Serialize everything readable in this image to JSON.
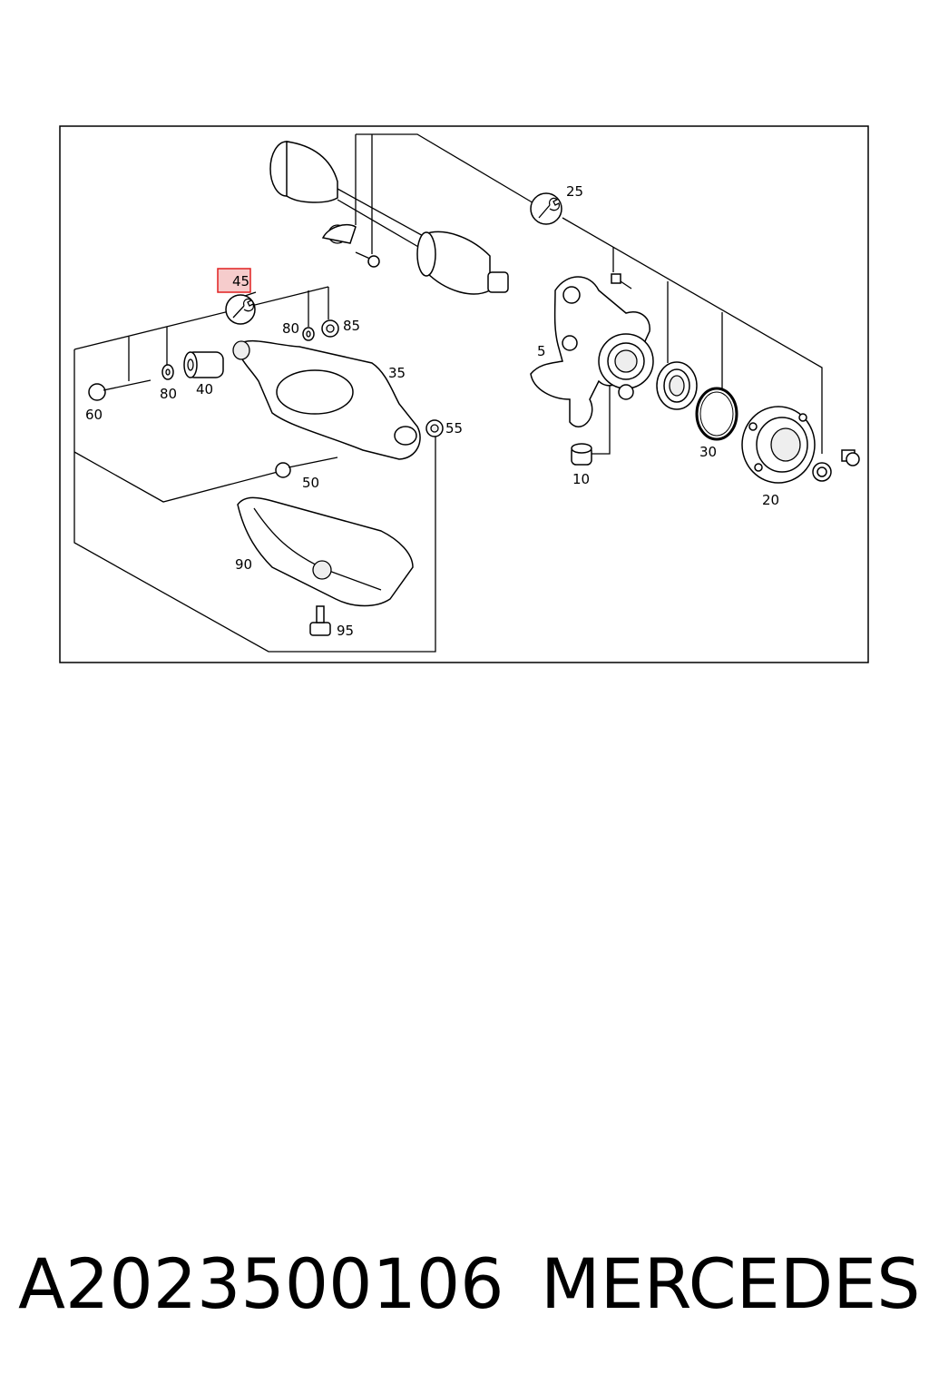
{
  "diagram": {
    "highlight_label": "45",
    "callouts": {
      "c5": "5",
      "c10": "10",
      "c20": "20",
      "c25": "25",
      "c30": "30",
      "c35": "35",
      "c40": "40",
      "c50": "50",
      "c55": "55",
      "c60": "60",
      "c80a": "80",
      "c80b": "80",
      "c85": "85",
      "c90": "90",
      "c95": "95"
    },
    "colors": {
      "highlight_fill": "#f6cccc",
      "highlight_border": "#e02020",
      "frame": "#000000"
    }
  },
  "footer": {
    "part_number": "A2023500106",
    "brand": "MERCEDES"
  }
}
